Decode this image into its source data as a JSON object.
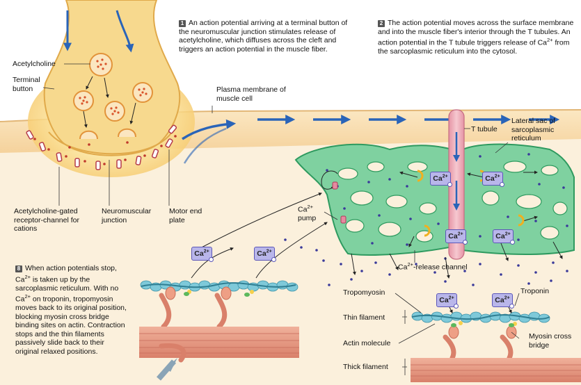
{
  "steps": {
    "step1": {
      "num": "1",
      "text": "An action potential arriving at a terminal button of the neuromuscular junction stimulates release of acetylcholine, which diffuses across the cleft and triggers an action potential in the muscle fiber."
    },
    "step2": {
      "num": "2",
      "text_a": "The action potential moves across the surface membrane and into the muscle fiber's interior through the T tubules. An action potential in the T tubule triggers release of Ca",
      "text_sup": "2+",
      "text_b": " from the sarcoplasmic reticulum into the cytosol."
    },
    "step8": {
      "num": "8",
      "text_a": "When action potentials stop, Ca",
      "sup1": "2+",
      "text_b": " is taken up by the sarcoplasmic reticulum. With no Ca",
      "sup2": "2+",
      "text_c": " on troponin, tropomyosin moves back to its original position, blocking myosin cross bridge binding sites on actin. Contraction stops and the thin filaments passively slide back to their original relaxed positions."
    }
  },
  "labels": {
    "acetylcholine": "Acetylcholine",
    "terminal_button": "Terminal button",
    "plasma_membrane": "Plasma membrane of muscle cell",
    "t_tubule": "T tubule",
    "lateral_sac": "Lateral sac of sarcoplasmic reticulum",
    "ach_receptor": "Acetylcholine-gated receptor-channel for cations",
    "nmj": "Neuromuscular junction",
    "motor_end_plate": "Motor end plate",
    "ca_pump": "pump",
    "ca_release": "-release channel",
    "tropomyosin": "Tropomyosin",
    "troponin": "Troponin",
    "thin_filament": "Thin filament",
    "actin_molecule": "Actin molecule",
    "myosin_cross_bridge": "Myosin cross bridge",
    "thick_filament": "Thick filament",
    "ca_text": "Ca",
    "ca_sup": "2+"
  },
  "colors": {
    "neuron": "#f6d58c",
    "neuron_glow": "#fbe9b4",
    "muscle": "#f9deb0",
    "sr_green": "#7dd3a2",
    "sr_outline": "#2e9a5f",
    "t_tubule": "#e8a6b4",
    "arrow_blue": "#2a64b8",
    "ca_badge": "#b9b6ea",
    "actin": "#7ec9d9",
    "myosin": "#e89a80",
    "vesicle": "#f0a54a"
  }
}
